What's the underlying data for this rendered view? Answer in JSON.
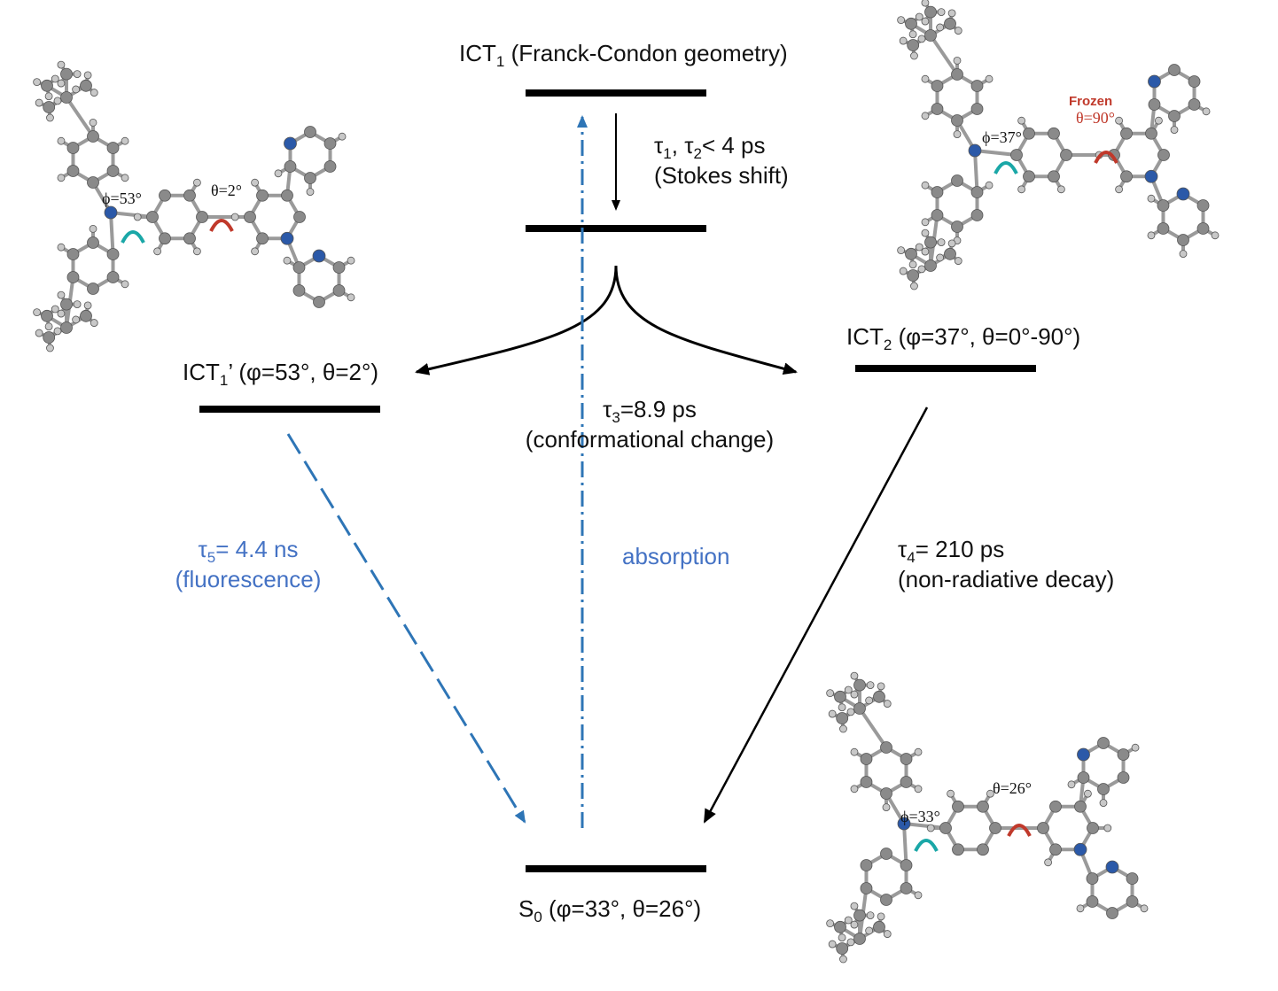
{
  "levels": {
    "ict1_fc": {
      "main": "ICT",
      "sub": "1",
      "rest": " (Franck-Condon geometry)"
    },
    "ict1_prime": {
      "main": "ICT",
      "sub": "1",
      "rest": "’ (φ=53°, θ=2°)"
    },
    "ict2": {
      "main": "ICT",
      "sub": "2",
      "rest": " (φ=37°, θ=0°-90°)"
    },
    "s0": {
      "main": "S",
      "sub": "0",
      "rest": " (φ=33°, θ=26°)"
    }
  },
  "processes": {
    "tau12": {
      "line1_a": "τ",
      "line1_a_sub": "1",
      "line1_b": ", τ",
      "line1_b_sub": "2",
      "line1_c": "< 4 ps",
      "line2": "(Stokes shift)"
    },
    "tau3": {
      "line1_a": "τ",
      "line1_a_sub": "3",
      "line1_c": "=8.9 ps",
      "line2": "(conformational change)"
    },
    "tau4": {
      "line1_a": "τ",
      "line1_a_sub": "4",
      "line1_c": "= 210 ps",
      "line2": "(non-radiative decay)"
    },
    "tau5": {
      "line1_a": "τ",
      "line1_a_sub": "5",
      "line1_c": "= 4.4 ns",
      "line2": "(fluorescence)"
    },
    "absorption": "absorption"
  },
  "molecules": {
    "left": {
      "phi": "ϕ=53°",
      "theta": "θ=2°"
    },
    "top_right": {
      "phi": "ϕ=37°",
      "theta": "θ=90°",
      "note": "Frozen"
    },
    "bottom_right": {
      "phi": "ϕ=33°",
      "theta": "θ=26°"
    }
  },
  "colors": {
    "black": "#000000",
    "blue_arrow": "#2e75b6",
    "blue_text": "#4472c4",
    "carbon": "#8a8a8a",
    "hydrogen": "#c8c8c8",
    "nitrogen": "#2b59a8",
    "red_note": "#c0392b",
    "teal": "#1aa7a7"
  }
}
